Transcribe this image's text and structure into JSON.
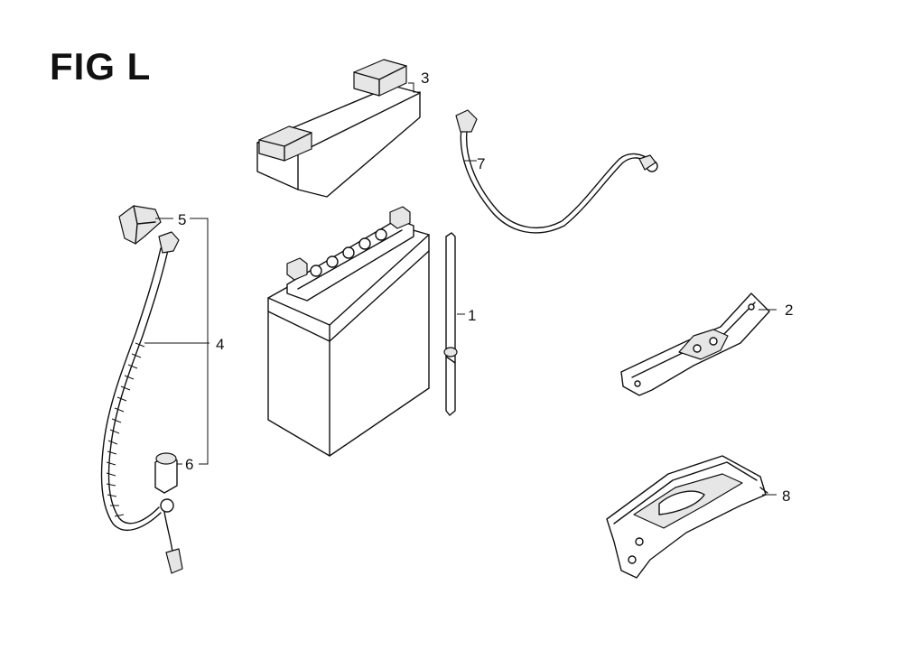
{
  "figure": {
    "title": "FIG L"
  },
  "callouts": [
    {
      "id": "1",
      "label": "1",
      "part": "battery-breather-tube"
    },
    {
      "id": "2",
      "label": "2",
      "part": "battery-hold-bracket"
    },
    {
      "id": "3",
      "label": "3",
      "part": "battery-cover"
    },
    {
      "id": "4",
      "label": "4",
      "part": "positive-cable"
    },
    {
      "id": "5",
      "label": "5",
      "part": "terminal-cover"
    },
    {
      "id": "6",
      "label": "6",
      "part": "terminal-cap"
    },
    {
      "id": "7",
      "label": "7",
      "part": "negative-cable"
    },
    {
      "id": "8",
      "label": "8",
      "part": "battery-tray"
    }
  ]
}
